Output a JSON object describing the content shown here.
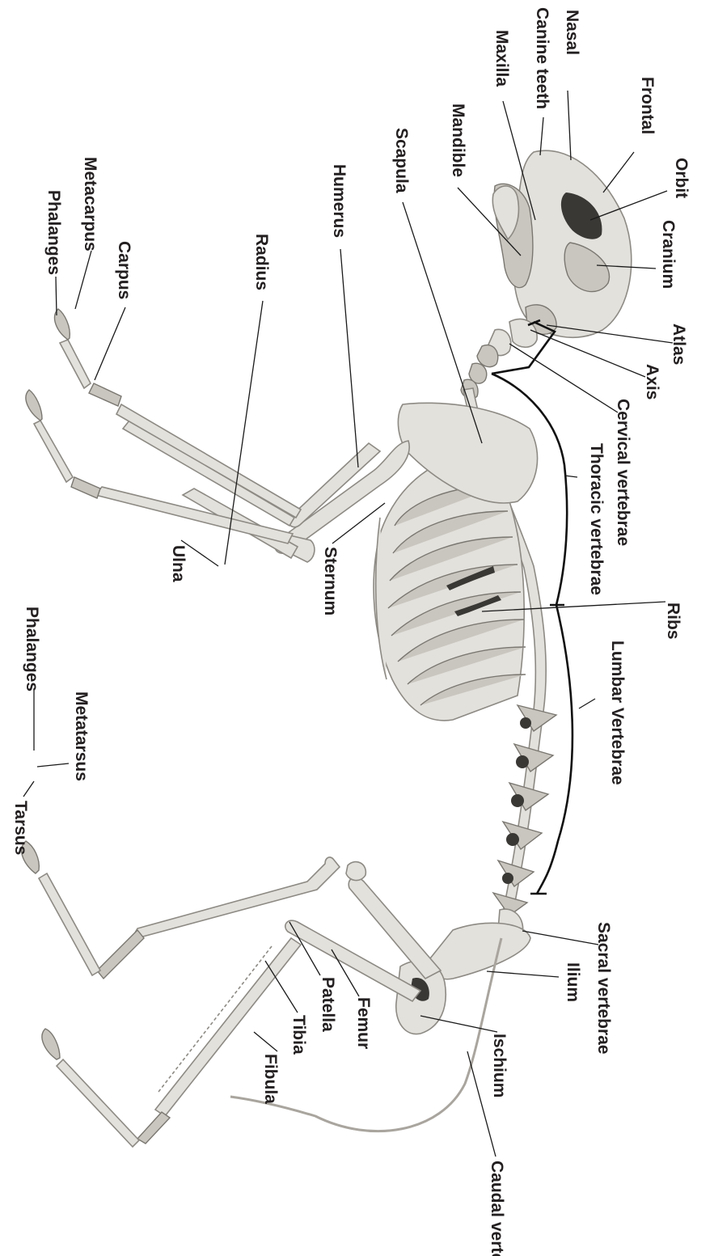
{
  "labels": {
    "nasal": "Nasal",
    "frontal": "Frontal",
    "canine_teeth": "Canine teeth",
    "maxilla": "Maxilla",
    "orbit": "Orbit",
    "mandible": "Mandible",
    "cranium": "Cranium",
    "scapula": "Scapula",
    "humerus": "Humerus",
    "metacarpus": "Metacarpus",
    "radius": "Radius",
    "carpus": "Carpus",
    "phalanges_front": "Phalanges",
    "atlas": "Atlas",
    "axis": "Axis",
    "cervical_vertebrae": "Cervical vertebrae",
    "thoracic_vertebrae": "Thoracic vertebrae",
    "ulna": "Ulna",
    "sternum": "Sternum",
    "ribs": "Ribs",
    "lumbar_vertebrae": "Lumbar Vertebrae",
    "phalanges_hind": "Phalanges",
    "metatarsus": "Metatarsus",
    "tarsus": "Tarsus",
    "sacral_vertebrae": "Sacral vertebrae",
    "ilium": "Ilium",
    "femur": "Femur",
    "patella": "Patella",
    "tibia": "Tibia",
    "fibula": "Fibula",
    "ischium": "Ischium",
    "caudal_vertebrae": "Caudal vertebrae"
  }
}
